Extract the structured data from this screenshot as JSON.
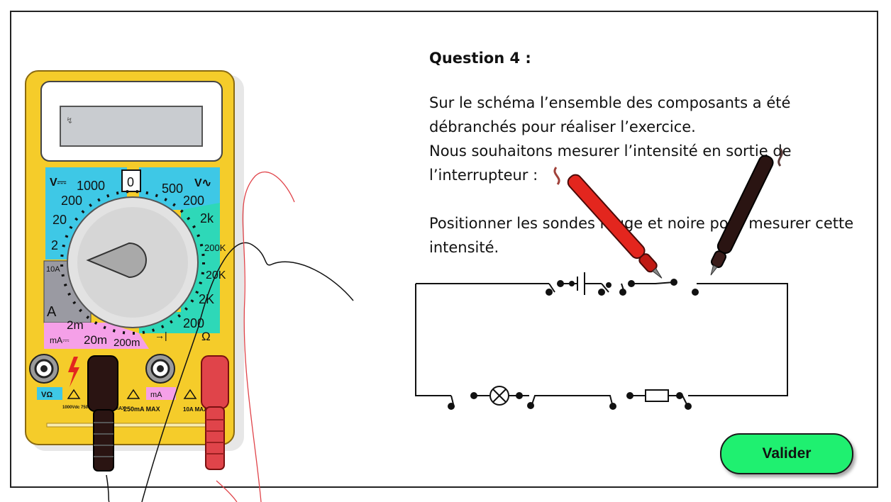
{
  "question": {
    "title": "Question 4 :",
    "paragraph1": "Sur le schéma l’ensemble des composants a été débranchés pour réaliser l’exercice.",
    "paragraph1b": "Nous souhaitons mesurer l’intensité en sortie de l’interrupteur :",
    "paragraph2": "Positionner les sondes rouge et noire pour mesurer cette intensité."
  },
  "multimeter": {
    "dial_labels": {
      "v_dc": "V⎓",
      "v_ac": "V∿",
      "top_zero": "0",
      "v1000": "1000",
      "v200_left": "200",
      "v20": "20",
      "v2": "2",
      "v500": "500",
      "v200_right": "200",
      "r2k": "2k",
      "r200k": "200K",
      "r20k": "20K",
      "r2K": "2K",
      "r200": "200",
      "ohm": "Ω",
      "a10": "10A",
      "a": "A",
      "ma_2m": "2m",
      "ma_20m": "20m",
      "ma_200m": "200m",
      "ma_dc": "mA⎓"
    },
    "port_labels": {
      "vohm": "VΩ",
      "ma": "mA",
      "w1": "1000Vdc\n750Vca\nMAX",
      "w2": "500V MAX",
      "w3": "250mA\nMAX",
      "w4": "10A\nMAX"
    }
  },
  "validate_label": "Valider",
  "colors": {
    "meter_body": "#f5cc2a",
    "cyan": "#3ec8e6",
    "teal": "#2ed8b8",
    "pink": "#f5a0e8",
    "probe_red": "#e3261e",
    "probe_black": "#2a1412",
    "button": "#1ff070"
  }
}
